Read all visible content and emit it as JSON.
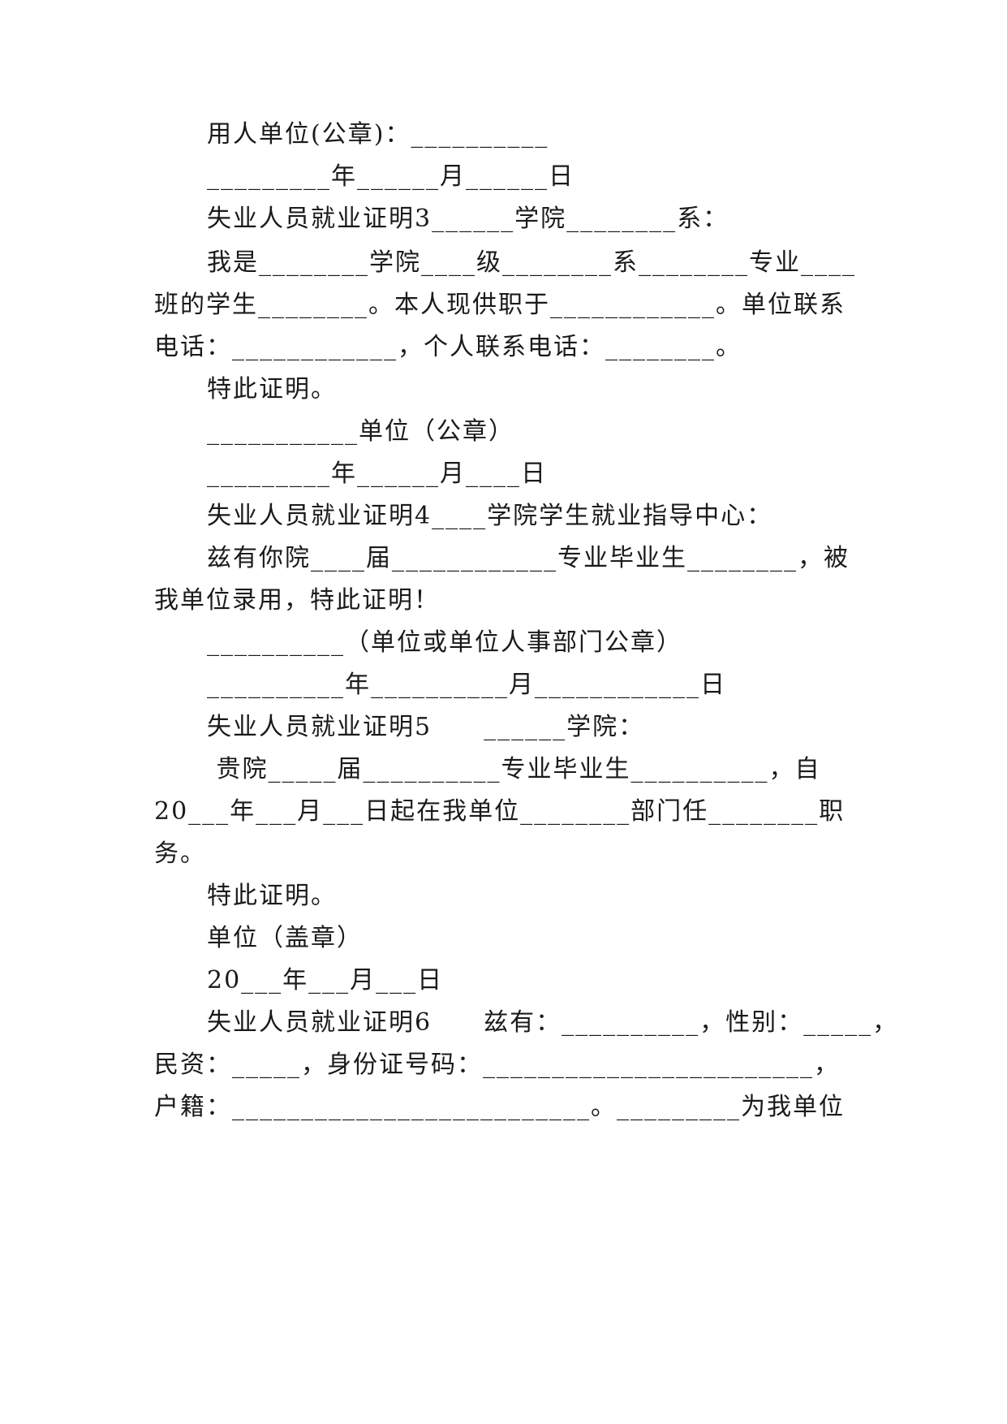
{
  "lines": [
    "用人单位(公章)：__________",
    "_________年______月______日",
    "失业人员就业证明3______学院________系：",
    "我是________学院____级________系________专业____",
    "班的学生________。本人现供职于____________。单位联系",
    "电话：____________，个人联系电话：________。",
    "特此证明。",
    "___________单位（公章）",
    "_________年______月____日",
    "失业人员就业证明4____学院学生就业指导中心：",
    "兹有你院____届____________专业毕业生________，被",
    "我单位录用，特此证明！",
    "__________（单位或单位人事部门公章）",
    "__________年__________月____________日",
    "失业人员就业证明5　　______学院：",
    " 贵院_____届__________专业毕业生__________，自",
    "20___年___月___日起在我单位________部门任________职",
    "务。",
    "特此证明。",
    "单位（盖章）",
    "20___年___月___日",
    "失业人员就业证明6　　兹有：__________，性别：_____，",
    "民资：_____，身份证号码：________________________，",
    "户籍：__________________________。_________为我单位"
  ]
}
